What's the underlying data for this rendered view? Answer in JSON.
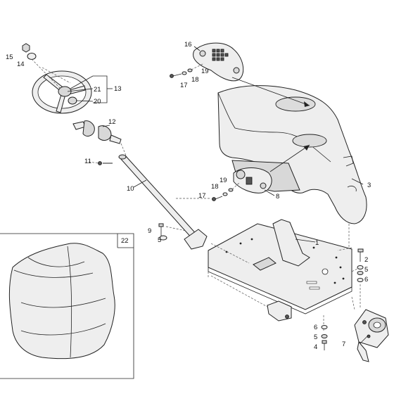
{
  "callouts": [
    {
      "id": "c1",
      "text": "1"
    },
    {
      "id": "c2",
      "text": "2"
    },
    {
      "id": "c3",
      "text": "3"
    },
    {
      "id": "c4",
      "text": "4"
    },
    {
      "id": "c5a",
      "text": "5"
    },
    {
      "id": "c5b",
      "text": "5"
    },
    {
      "id": "c5c",
      "text": "5"
    },
    {
      "id": "c6a",
      "text": "6"
    },
    {
      "id": "c6b",
      "text": "6"
    },
    {
      "id": "c7",
      "text": "7"
    },
    {
      "id": "c8",
      "text": "8"
    },
    {
      "id": "c9",
      "text": "9"
    },
    {
      "id": "c10",
      "text": "10"
    },
    {
      "id": "c11",
      "text": "11"
    },
    {
      "id": "c12",
      "text": "12"
    },
    {
      "id": "c13",
      "text": "13"
    },
    {
      "id": "c14",
      "text": "14"
    },
    {
      "id": "c15",
      "text": "15"
    },
    {
      "id": "c16",
      "text": "16"
    },
    {
      "id": "c17a",
      "text": "17"
    },
    {
      "id": "c17b",
      "text": "17"
    },
    {
      "id": "c18a",
      "text": "18"
    },
    {
      "id": "c18b",
      "text": "18"
    },
    {
      "id": "c19a",
      "text": "19"
    },
    {
      "id": "c19b",
      "text": "19"
    },
    {
      "id": "c20",
      "text": "20"
    },
    {
      "id": "c21",
      "text": "21"
    },
    {
      "id": "c22",
      "text": "22"
    }
  ]
}
